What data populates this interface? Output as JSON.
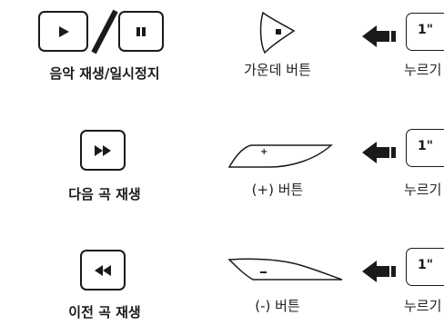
{
  "rows": [
    {
      "label": "음악 재생/일시정지",
      "button_label": "가운데 버튼",
      "press_duration": "1\"",
      "press_label": "누르기"
    },
    {
      "label": "다음 곡 재생",
      "button_label": "(+) 버튼",
      "press_duration": "1\"",
      "press_label": "누르기"
    },
    {
      "label": "이전 곡 재생",
      "button_label": "(-) 버튼",
      "press_duration": "1\"",
      "press_label": "누르기"
    }
  ],
  "icons": [
    "play-icon",
    "pause-icon",
    "fast-forward-icon",
    "rewind-icon",
    "center-button-icon",
    "plus-button-icon",
    "minus-button-icon",
    "arrow-left-icon"
  ]
}
